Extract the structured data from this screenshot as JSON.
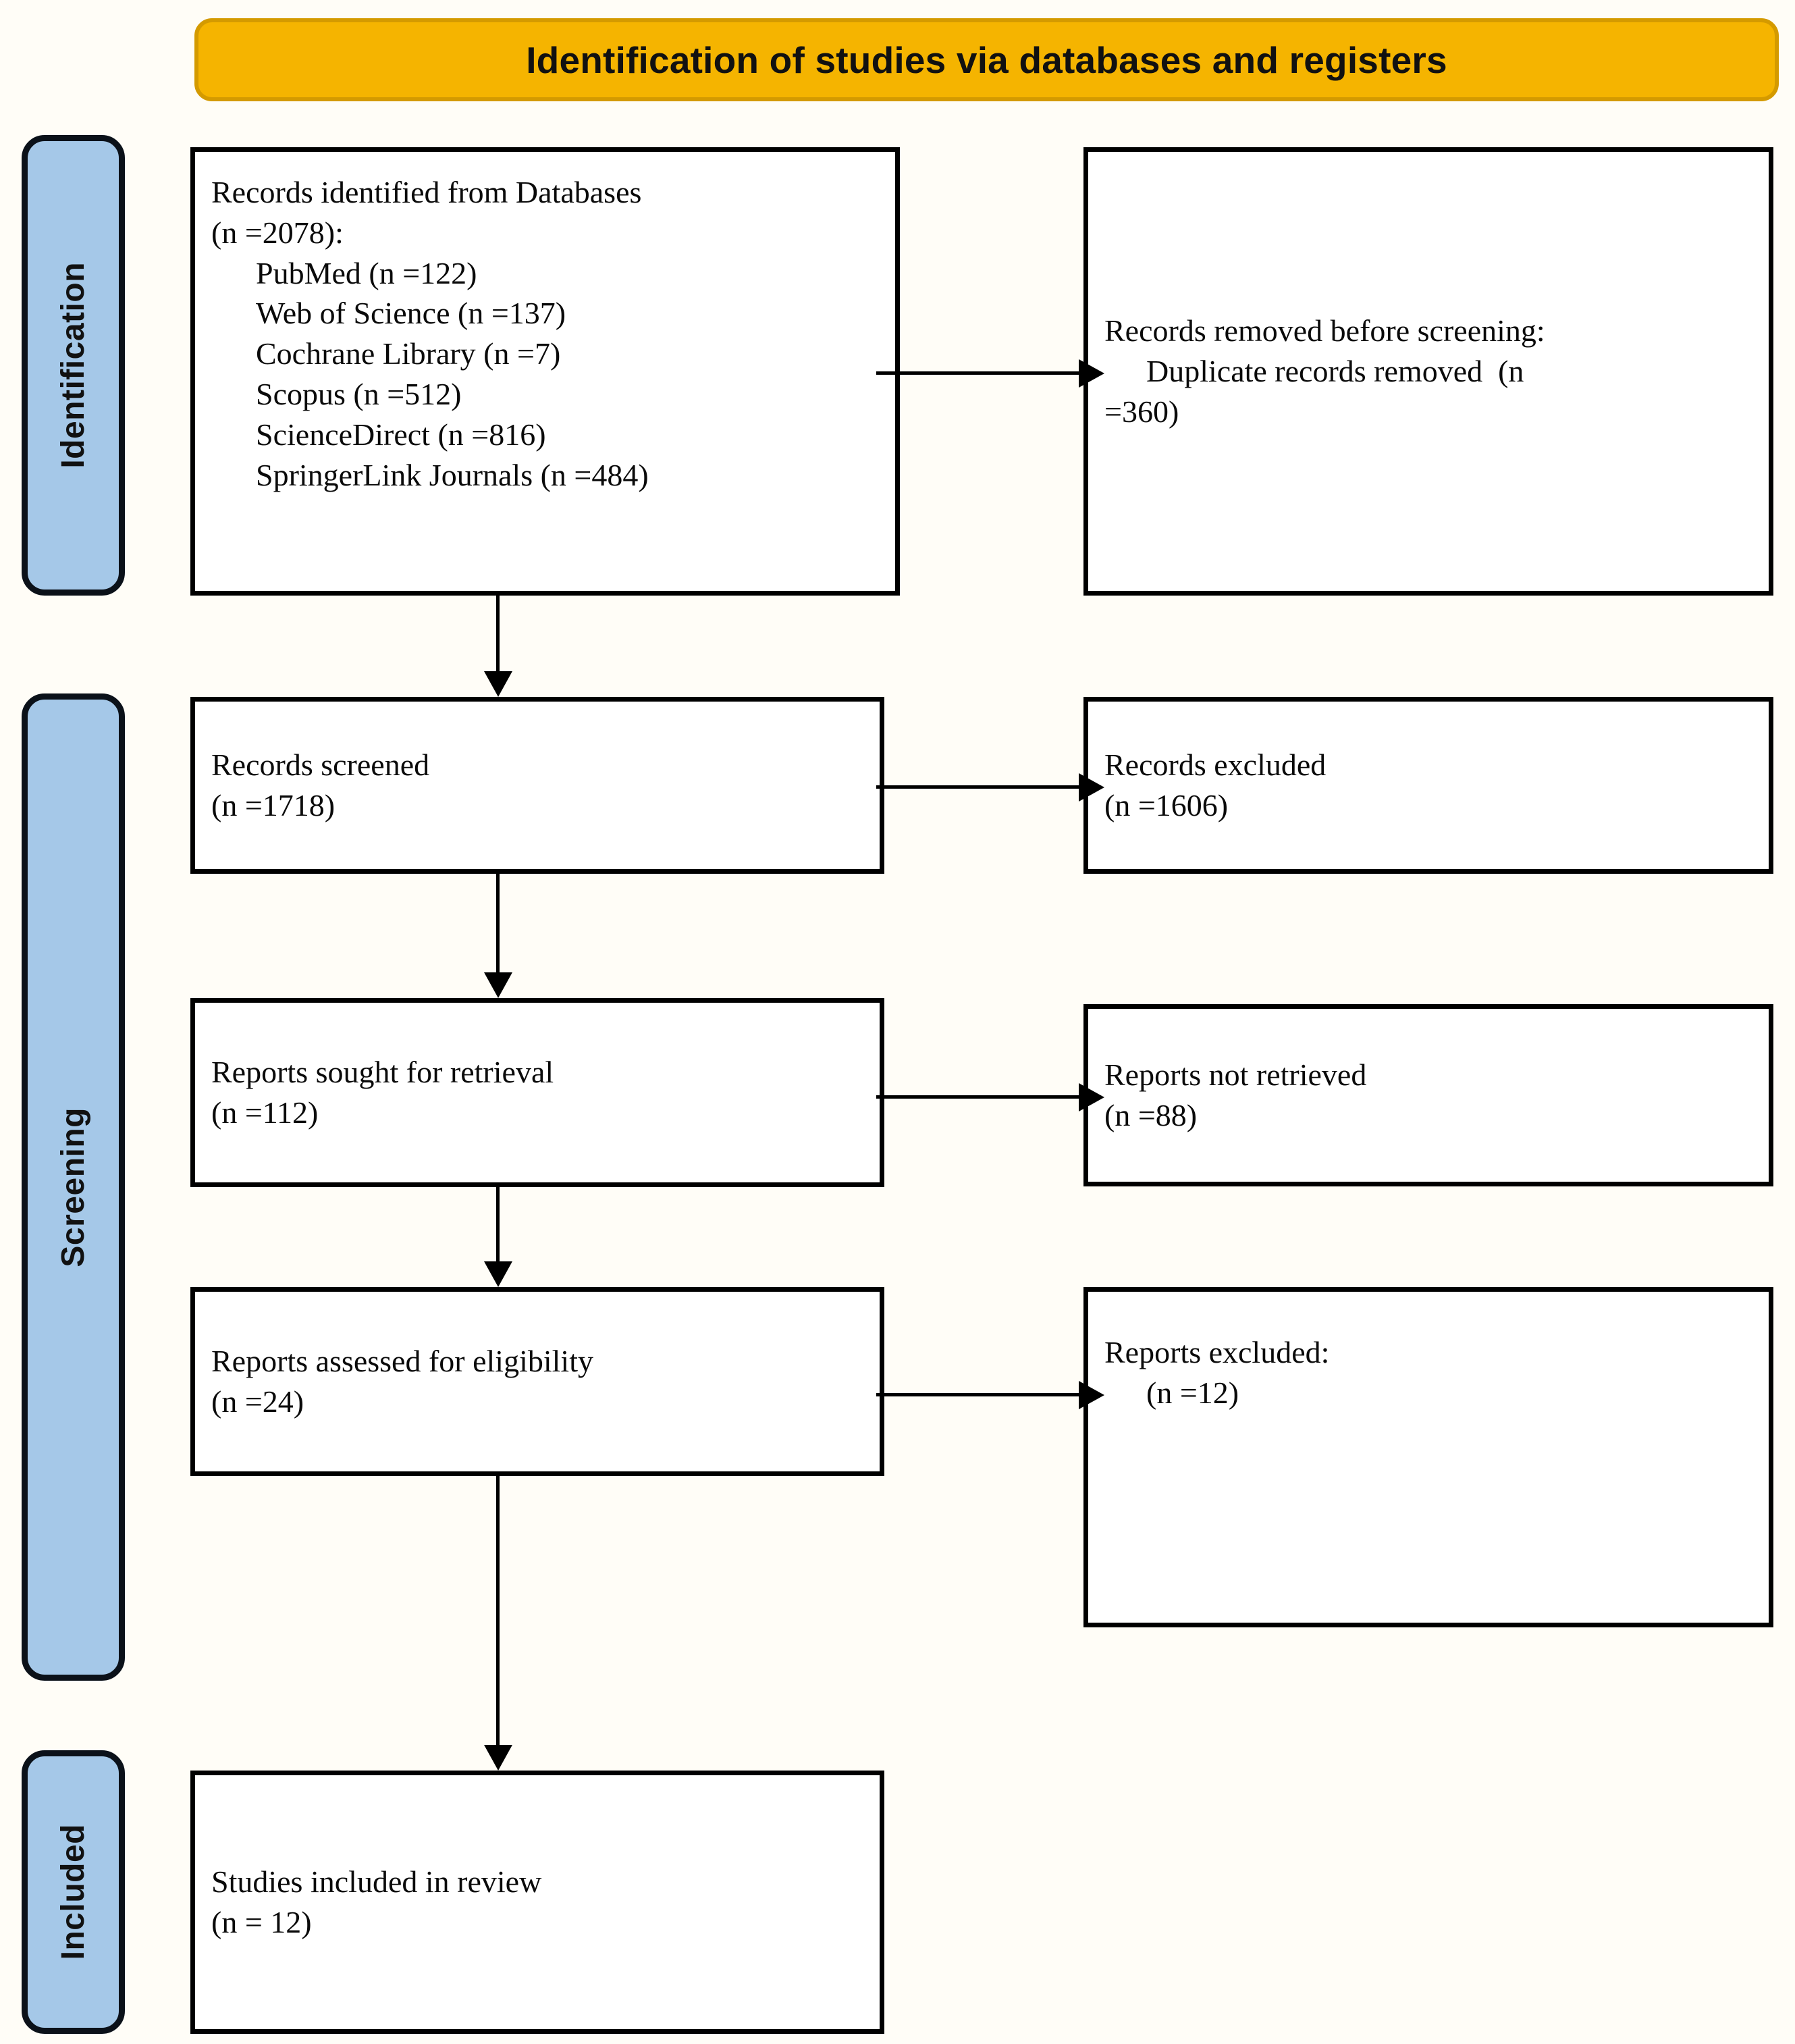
{
  "header": {
    "title": "Identification of studies via databases and registers",
    "accent_color": "#F5B400",
    "border_color": "#D49A00"
  },
  "stages": {
    "accent_color": "#A5C8E8",
    "border_color": "#0B1119",
    "identification": "Identification",
    "screening": "Screening",
    "included": "Included"
  },
  "boxes": {
    "identified": {
      "title": "Records identified from Databases",
      "count": "(n =2078):",
      "sources": [
        "PubMed (n =122)",
        "Web of Science (n =137)",
        "Cochrane Library (n =7)",
        "Scopus (n =512)",
        "ScienceDirect (n =816)",
        "SpringerLink Journals (n =484)"
      ]
    },
    "removed": {
      "title": "Records removed before screening:",
      "line2": "Duplicate records removed  (n",
      "line3": "=360)"
    },
    "screened": {
      "title": "Records screened",
      "count": "(n =1718)"
    },
    "excluded_records": {
      "title": "Records excluded",
      "count": "(n =1606)"
    },
    "sought": {
      "title": "Reports sought for retrieval",
      "count": "(n =112)"
    },
    "not_retrieved": {
      "title": "Reports not retrieved",
      "count": "(n =88)"
    },
    "assessed": {
      "title": "Reports assessed for eligibility",
      "count": "(n =24)"
    },
    "excluded_reports": {
      "title": "Reports excluded:",
      "count": "(n =12)"
    },
    "included": {
      "title": "Studies included in review",
      "count": "(n = 12)"
    }
  },
  "chart_data": {
    "type": "diagram",
    "title": "Identification of studies via databases and registers",
    "nodes": [
      {
        "id": "identified",
        "stage": "Identification",
        "label": "Records identified from Databases",
        "n": 2078,
        "breakdown": [
          {
            "source": "PubMed",
            "n": 122
          },
          {
            "source": "Web of Science",
            "n": 137
          },
          {
            "source": "Cochrane Library",
            "n": 7
          },
          {
            "source": "Scopus",
            "n": 512
          },
          {
            "source": "ScienceDirect",
            "n": 816
          },
          {
            "source": "SpringerLink Journals",
            "n": 484
          }
        ]
      },
      {
        "id": "removed",
        "stage": "Identification",
        "label": "Records removed before screening: Duplicate records removed",
        "n": 360
      },
      {
        "id": "screened",
        "stage": "Screening",
        "label": "Records screened",
        "n": 1718
      },
      {
        "id": "excluded_records",
        "stage": "Screening",
        "label": "Records excluded",
        "n": 1606
      },
      {
        "id": "sought",
        "stage": "Screening",
        "label": "Reports sought for retrieval",
        "n": 112
      },
      {
        "id": "not_retrieved",
        "stage": "Screening",
        "label": "Reports not retrieved",
        "n": 88
      },
      {
        "id": "assessed",
        "stage": "Screening",
        "label": "Reports assessed for eligibility",
        "n": 24
      },
      {
        "id": "excluded_reports",
        "stage": "Screening",
        "label": "Reports excluded:",
        "n": 12
      },
      {
        "id": "included",
        "stage": "Included",
        "label": "Studies included in review",
        "n": 12
      }
    ],
    "edges": [
      {
        "from": "identified",
        "to": "removed",
        "direction": "right"
      },
      {
        "from": "identified",
        "to": "screened",
        "direction": "down"
      },
      {
        "from": "screened",
        "to": "excluded_records",
        "direction": "right"
      },
      {
        "from": "screened",
        "to": "sought",
        "direction": "down"
      },
      {
        "from": "sought",
        "to": "not_retrieved",
        "direction": "right"
      },
      {
        "from": "sought",
        "to": "assessed",
        "direction": "down"
      },
      {
        "from": "assessed",
        "to": "excluded_reports",
        "direction": "right"
      },
      {
        "from": "assessed",
        "to": "included",
        "direction": "down"
      }
    ]
  }
}
